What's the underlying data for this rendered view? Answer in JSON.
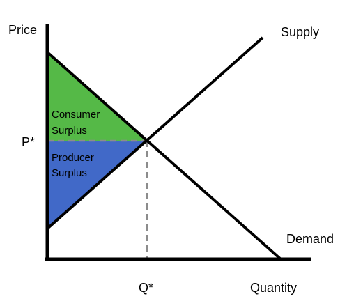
{
  "chart_data": {
    "type": "area",
    "x_axis_label": "Quantity",
    "y_axis_label": "Price",
    "equilibrium": {
      "price_label": "P*",
      "quantity_label": "Q*"
    },
    "curves": [
      {
        "name": "Supply",
        "label": "Supply"
      },
      {
        "name": "Demand",
        "label": "Demand"
      }
    ],
    "regions": [
      {
        "name": "Consumer Surplus",
        "lines": [
          "Consumer",
          "Surplus"
        ],
        "color": "#55b947"
      },
      {
        "name": "Producer Surplus",
        "lines": [
          "Producer",
          "Surplus"
        ],
        "color": "#4169c8"
      }
    ],
    "colors": {
      "axis": "#000000",
      "curve": "#000000",
      "dashed_guide": "#8c8c8c",
      "consumer_surplus": "#55b947",
      "producer_surplus": "#4169c8"
    }
  }
}
